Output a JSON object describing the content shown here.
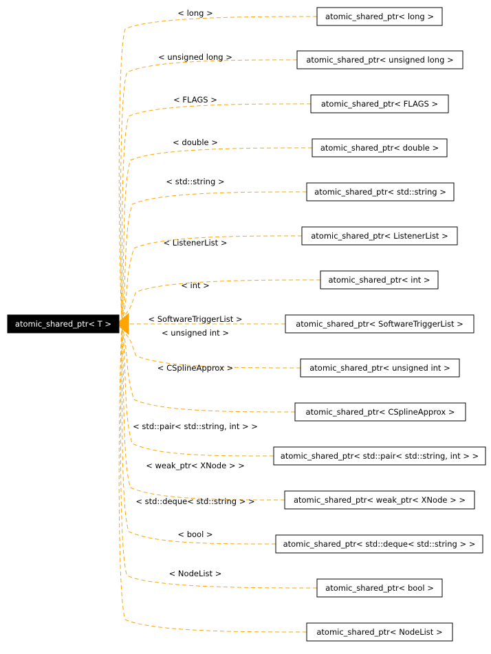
{
  "base": {
    "label": "atomic_shared_ptr< T >"
  },
  "colors": {
    "edge": "#ffa500",
    "base_fill": "#000000",
    "base_text": "#ffffff"
  },
  "instances": [
    {
      "template_arg": "< long >",
      "label": "atomic_shared_ptr< long >"
    },
    {
      "template_arg": "< unsigned long >",
      "label": "atomic_shared_ptr< unsigned long >"
    },
    {
      "template_arg": "< FLAGS >",
      "label": "atomic_shared_ptr< FLAGS >"
    },
    {
      "template_arg": "< double >",
      "label": "atomic_shared_ptr< double >"
    },
    {
      "template_arg": "< std::string >",
      "label": "atomic_shared_ptr< std::string >"
    },
    {
      "template_arg": "< ListenerList >",
      "label": "atomic_shared_ptr< ListenerList >"
    },
    {
      "template_arg": "< int >",
      "label": "atomic_shared_ptr< int >"
    },
    {
      "template_arg": "< SoftwareTriggerList >",
      "label": "atomic_shared_ptr< SoftwareTriggerList >"
    },
    {
      "template_arg": "< unsigned int >",
      "label": "atomic_shared_ptr< unsigned int >"
    },
    {
      "template_arg": "< CSplineApprox >",
      "label": "atomic_shared_ptr< CSplineApprox >"
    },
    {
      "template_arg": "< std::pair< std::string, int > >",
      "label": "atomic_shared_ptr< std::pair< std::string, int > >"
    },
    {
      "template_arg": "< weak_ptr< XNode > >",
      "label": "atomic_shared_ptr< weak_ptr< XNode > >"
    },
    {
      "template_arg": "< std::deque< std::string > >",
      "label": "atomic_shared_ptr< std::deque< std::string > >"
    },
    {
      "template_arg": "< bool >",
      "label": "atomic_shared_ptr< bool >"
    },
    {
      "template_arg": "< NodeList >",
      "label": "atomic_shared_ptr< NodeList >"
    }
  ]
}
